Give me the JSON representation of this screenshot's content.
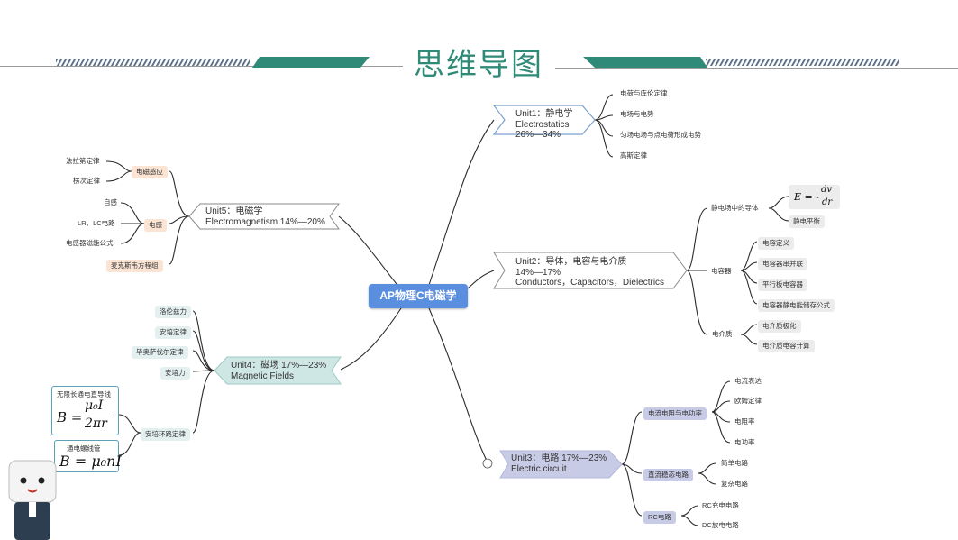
{
  "title": "思维导图",
  "center": "AP物理C电磁学",
  "unit1": {
    "l1": "Unit1：静电学",
    "l2": "Electrostatics",
    "l3": "26%—34%",
    "items": [
      "电荷与库伦定律",
      "电场与电势",
      "匀场电场与点电荷形成电势",
      "高斯定律"
    ]
  },
  "unit2": {
    "l1": "Unit2：导体，电容与电介质",
    "l2": "14%—17%",
    "l3": "Conductors，Capacitors，Dielectrics",
    "conductor": "静电场中的导体",
    "formula_E": "E = -",
    "formula_num": "dv",
    "formula_den": "dr",
    "static": "静电平衡",
    "capacitor": "电容器",
    "cap_items": [
      "电容定义",
      "电容器串并联",
      "平行板电容器",
      "电容器静电能储存公式"
    ],
    "dielectric": "电介质",
    "die_items": [
      "电介质极化",
      "电介质电容计算"
    ]
  },
  "unit3": {
    "l1": "Unit3：电路 17%—23%",
    "l2": "Electric  circuit",
    "collapse": "—",
    "g1": "电流电阻与电功率",
    "g1_items": [
      "电流表达",
      "欧姆定律",
      "电阻率",
      "电功率"
    ],
    "g2": "直流稳态电路",
    "g2_items": [
      "简单电路",
      "复杂电路"
    ],
    "g3": "RC电路",
    "g3_items": [
      "RC充电电路",
      "DC放电电路"
    ]
  },
  "unit4": {
    "l1": "Unit4：磁场 17%—23%",
    "l2": "Magnetic Fields",
    "items": [
      "洛伦兹力",
      "安培定律",
      "毕奥萨伐尔定律",
      "安培力"
    ],
    "ampere_loop": "安培环路定律",
    "f1_label": "无限长通电直导线",
    "f1_lhs": "B =",
    "f1_num": "μ₀I",
    "f1_den": "2πr",
    "f2_label": "通电螺线管",
    "f2_expr": "B = μ₀nI"
  },
  "unit5": {
    "l1": "Unit5：电磁学",
    "l2": "Electromagnetism 14%—20%",
    "induction": "电磁感应",
    "ind_items": [
      "法拉第定律",
      "楞次定律"
    ],
    "inductance": "电感",
    "indc_items": [
      "自感",
      "LR、LC电路",
      "电感器磁能公式"
    ],
    "maxwell": "麦克斯韦方程组"
  },
  "colors": {
    "title": "#2f8a77",
    "center": "#5a8fe0",
    "unit4": "#cfe7e4",
    "unit3": "#c8cbe6",
    "unit5_sub": "#fbe4d4",
    "unit4_sub": "#e4f0ef"
  }
}
